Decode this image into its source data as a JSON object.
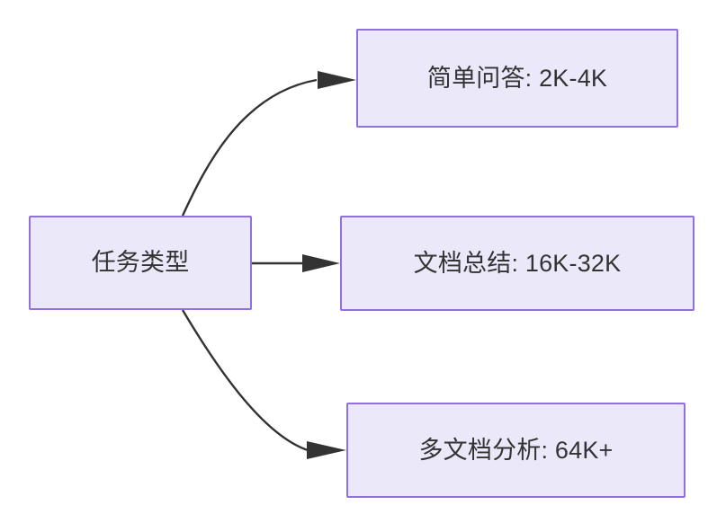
{
  "diagram": {
    "title": "任务类型",
    "background_color": "#ffffff",
    "node_fill_color": "#ebe8fa",
    "node_border_color": "#9070dd",
    "text_color": "#333333",
    "edge_color": "#333333",
    "nodes": [
      {
        "id": "root",
        "label": "任务类型"
      },
      {
        "id": "simple-qa",
        "label": "简单问答: 2K-4K"
      },
      {
        "id": "doc-summary",
        "label": "文档总结: 16K-32K"
      },
      {
        "id": "multi-doc",
        "label": "多文档分析: 64K+"
      }
    ],
    "edges": [
      {
        "from": "root",
        "to": "simple-qa",
        "label": "",
        "style": "curved-arrow"
      },
      {
        "from": "root",
        "to": "doc-summary",
        "label": "",
        "style": "straight-arrow"
      },
      {
        "from": "root",
        "to": "multi-doc",
        "label": "",
        "style": "curved-arrow"
      }
    ]
  }
}
